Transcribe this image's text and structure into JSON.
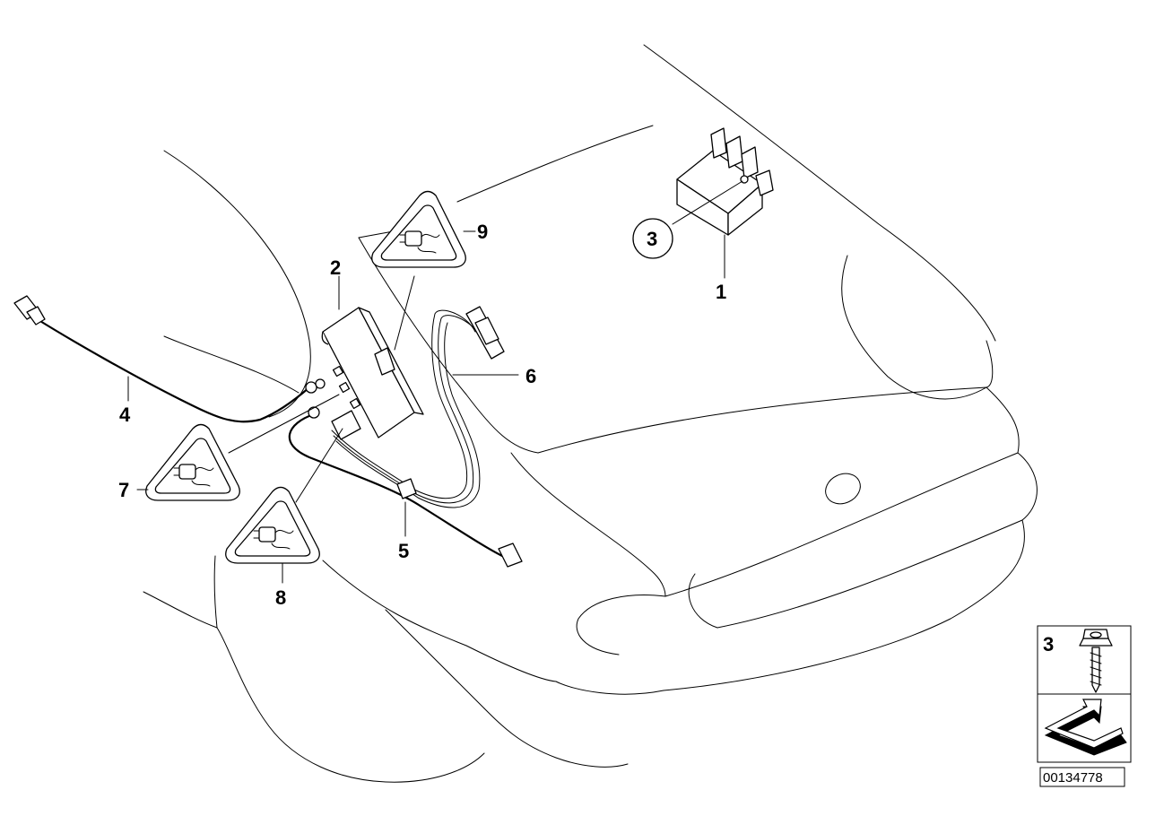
{
  "callouts": [
    {
      "id": "1",
      "label": "1"
    },
    {
      "id": "2",
      "label": "2"
    },
    {
      "id": "3",
      "label": "3"
    },
    {
      "id": "4",
      "label": "4"
    },
    {
      "id": "5",
      "label": "5"
    },
    {
      "id": "6",
      "label": "6"
    },
    {
      "id": "7",
      "label": "7"
    },
    {
      "id": "8",
      "label": "8"
    },
    {
      "id": "9",
      "label": "9"
    }
  ],
  "legend": {
    "item_label": "3",
    "item_icon": "screw-icon",
    "arrow_icon": "direction-arrow-icon"
  },
  "catalog_number": "00134778",
  "icons": {
    "warning": "plug-warning-triangle-icon"
  }
}
